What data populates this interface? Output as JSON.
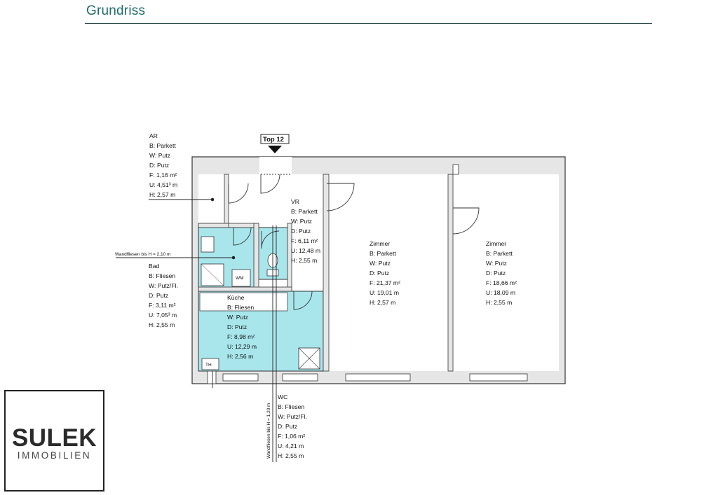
{
  "header": {
    "title": "Grundriss"
  },
  "entry_marker": "Top 12",
  "rooms": {
    "ar": {
      "name": "AR",
      "lines": [
        "B: Parkett",
        "W: Putz",
        "D: Putz",
        "F: 1,16 m²",
        "U: 4,51³ m",
        "H: 2,57 m"
      ]
    },
    "vr": {
      "name": "VR",
      "lines": [
        "B: Parkett",
        "W: Putz",
        "D: Putz",
        "F: 6,11 m²",
        "U: 12,48 m",
        "H: 2,55 m"
      ]
    },
    "zimmer1": {
      "name": "Zimmer",
      "lines": [
        "B: Parkett",
        "W: Putz",
        "D: Putz",
        "F: 21,37 m²",
        "U: 19,01 m",
        "H:  2,57 m"
      ]
    },
    "zimmer2": {
      "name": "Zimmer",
      "lines": [
        "B: Parkett",
        "W: Putz",
        "D: Putz",
        "F: 18,66 m²",
        "U: 18,09 m",
        "H:  2,55 m"
      ]
    },
    "bad": {
      "name": "Bad",
      "lines": [
        "B: Fliesen",
        "W: Putz/Fl.",
        "D: Putz",
        "F: 3,11 m²",
        "U: 7,05³ m",
        "H: 2,55 m"
      ]
    },
    "kueche": {
      "name": "Küche",
      "lines": [
        "B: Fliesen",
        "W: Putz",
        "D: Putz",
        "F: 8,98 m²",
        "U: 12,29 m",
        "H: 2,56 m"
      ]
    },
    "wc": {
      "name": "WC",
      "lines": [
        "B: Fliesen",
        "W: Putz/Fl.",
        "D: Putz",
        "F: 1,06 m²",
        "U: 4,21 m",
        "H: 2,55 m"
      ]
    }
  },
  "annotations": {
    "wandfliesen_bad": "Wandfliesen bis H = 2,10 m",
    "wandfliesen_wc": "Wandfliesen bis H = 1,20 m",
    "wm": "WM",
    "th": "TH"
  },
  "logo": {
    "name": "SULEK",
    "subtitle": "IMMOBILIEN"
  },
  "colors": {
    "title": "#1f6b6b",
    "wet_room": "#a8e6ec",
    "wall_fill": "#e6e6e6",
    "wall_line": "#333333"
  }
}
